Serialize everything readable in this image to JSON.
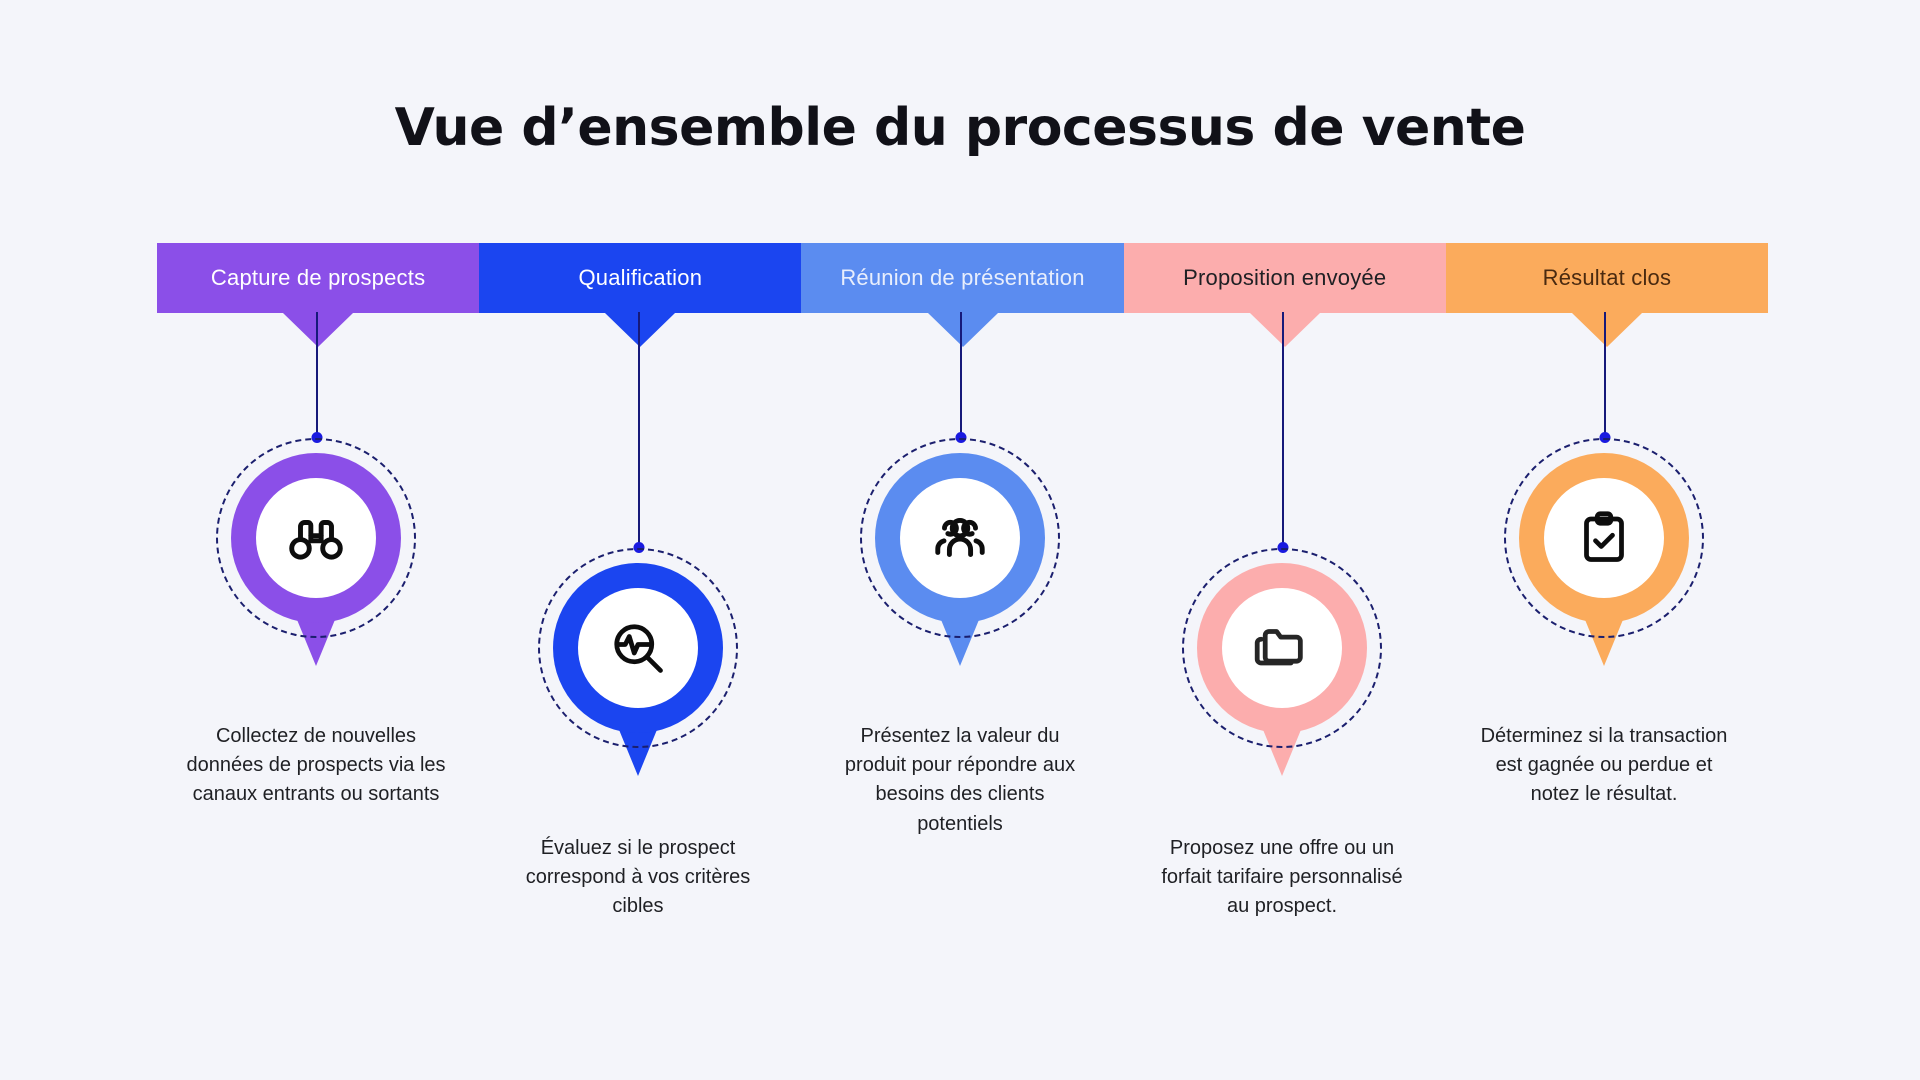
{
  "title": "Vue d’ensemble du processus de vente",
  "background_color": "#f4f5fa",
  "stages": [
    {
      "label": "Capture de prospects",
      "label_color": "#ffffff",
      "color": "#8b4fe8",
      "icon": "binoculars-icon",
      "description": "Collectez de nouvelles données de prospects via les canaux entrants ou sortants"
    },
    {
      "label": "Qualification",
      "label_color": "#ffffff",
      "color": "#1b45f0",
      "icon": "search-pulse-icon",
      "description": "Évaluez si le prospect correspond à vos critères cibles"
    },
    {
      "label": "Réunion de présentation",
      "label_color": "#e8eefc",
      "color": "#5b8cf0",
      "icon": "people-group-icon",
      "description": "Présentez la valeur du produit pour répondre aux besoins des clients potentiels"
    },
    {
      "label": "Proposition envoyée",
      "label_color": "#1f2024",
      "color": "#fcadad",
      "icon": "folders-icon",
      "description": "Proposez une offre ou un forfait tarifaire personnalisé au prospect."
    },
    {
      "label": "Résultat clos",
      "label_color": "#4a2a10",
      "color": "#fbab5c",
      "icon": "clipboard-check-icon",
      "description": "Déterminez si la transaction est gagnée ou perdue et notez le résultat."
    }
  ],
  "connector_color": "#16197a",
  "connector_dot_color": "#1a1ae0",
  "dashed_ring_color": "#1b1f6e",
  "icon_color": "#0d0d0d"
}
